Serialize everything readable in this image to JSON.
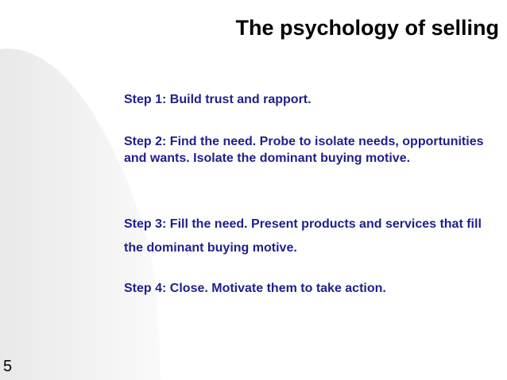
{
  "slide": {
    "title": "The psychology of selling",
    "steps": [
      {
        "text": "Step 1: Build trust and rapport."
      },
      {
        "text": "Step 2: Find the need. Probe to isolate needs, opportunities and wants. Isolate the dominant buying motive."
      },
      {
        "text": "Step 3: Fill the need. Present products and services that fill the dominant buying motive."
      },
      {
        "text": "Step 4: Close. Motivate them to take action."
      }
    ],
    "page_number": "5"
  },
  "colors": {
    "step_text": "#1f1f8c",
    "title_text": "#000000",
    "background": "#ffffff"
  }
}
